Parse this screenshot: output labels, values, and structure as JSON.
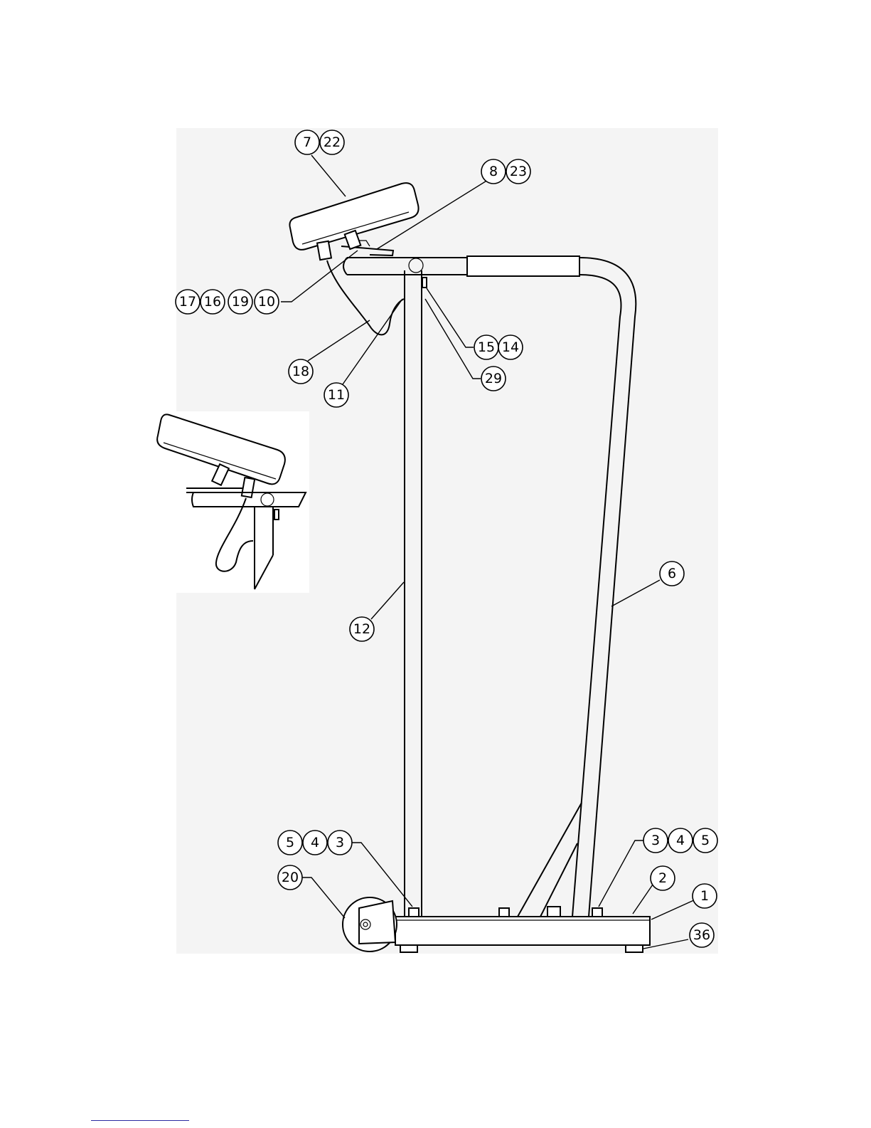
{
  "diagram": {
    "balloons": {
      "b7": "7",
      "b22": "22",
      "b8": "8",
      "b23": "23",
      "b17": "17",
      "b16": "16",
      "b19": "19",
      "b10": "10",
      "b15": "15",
      "b14": "14",
      "b29": "29",
      "b18": "18",
      "b11": "11",
      "b12": "12",
      "b6": "6",
      "b5a": "5",
      "b4a": "4",
      "b3a": "3",
      "b3b": "3",
      "b4b": "4",
      "b5b": "5",
      "b20": "20",
      "b2": "2",
      "b1": "1",
      "b36": "36"
    }
  }
}
